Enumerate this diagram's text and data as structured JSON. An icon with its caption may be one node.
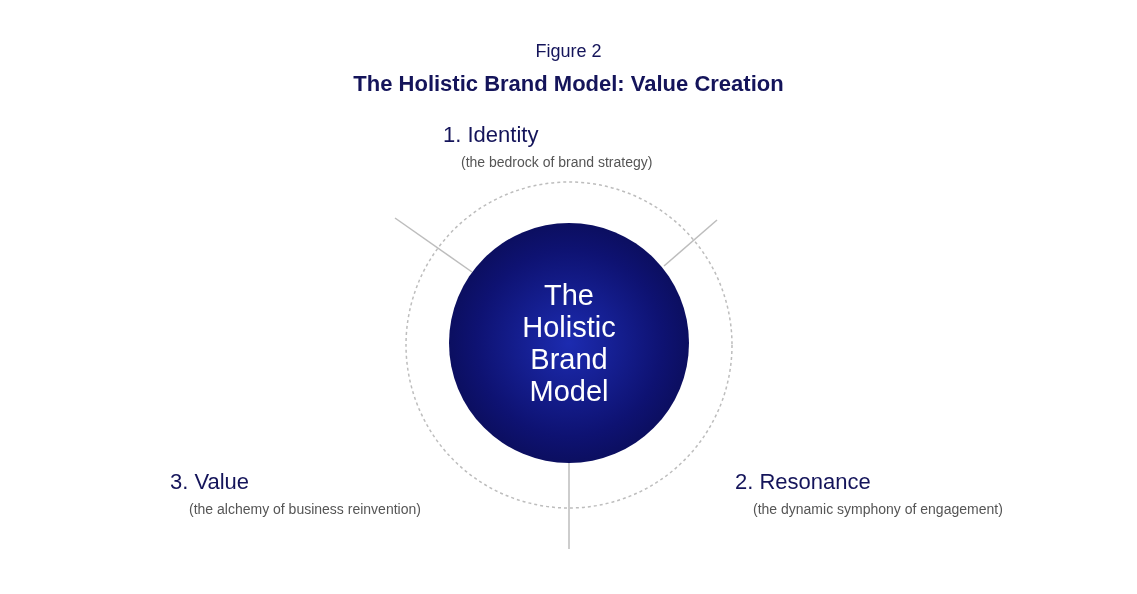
{
  "diagram": {
    "title": "The Holistic Brand Model: Value Creation",
    "nodes": [
      {
        "text": [],
        "shape": "circle"
      },
      {
        "text": [
          "The Holistic Brand Model"
        ],
        "in": 0
      }
    ],
    "labels": [
      "Figure 2",
      "1. Identity",
      "(the bedrock of brand strategy)",
      "2. Resonance",
      "(the dynamic symphony of engagement)",
      "3. Value",
      "(the alchemy of business reinvention)"
    ]
  }
}
